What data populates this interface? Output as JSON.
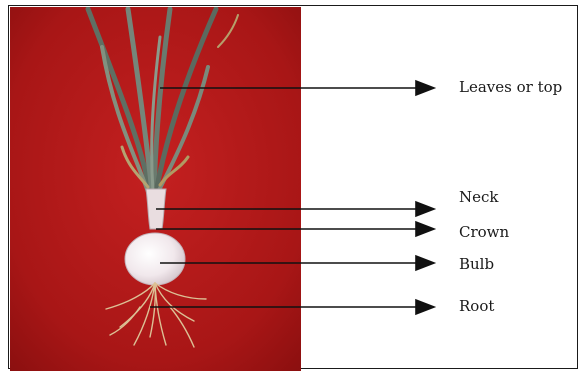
{
  "diagram": {
    "labels": {
      "leaves": "Leaves or top",
      "neck": "Neck",
      "crown": "Crown",
      "bulb": "Bulb",
      "root": "Root"
    },
    "colors": {
      "background": "#a81616",
      "leaf": "#6d7c70",
      "bulb": "#efe6ea",
      "root": "#d9b98f",
      "line": "#111111"
    }
  }
}
